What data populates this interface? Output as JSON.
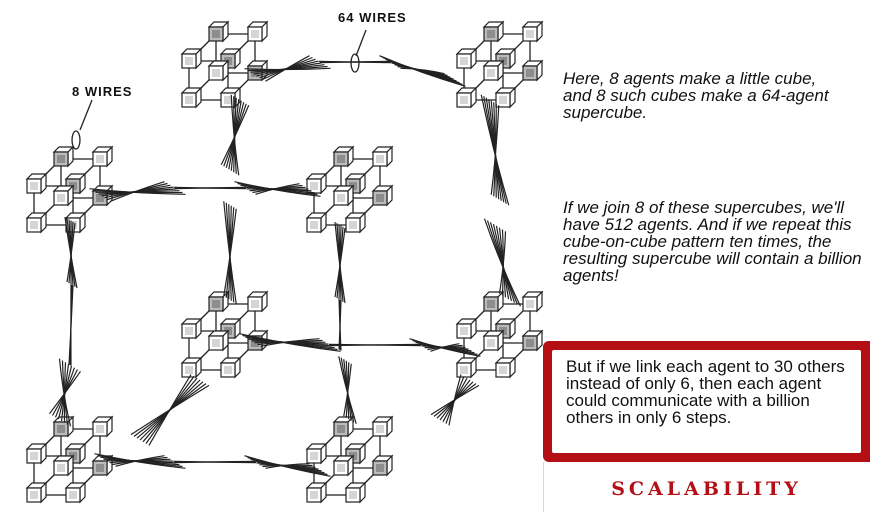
{
  "diagram": {
    "label_64": "64 WIRES",
    "label_8": "8 WIRES"
  },
  "text": {
    "para1": "Here, 8 agents make a little cube, and 8 such cubes make a 64-agent supercube.",
    "para2": "If we join 8 of these supercubes, we'll have 512 agents.  And if we repeat this cube-on-cube pattern ten times, the resulting supercube will contain a billion agents!",
    "callout": "But if  we link each agent to 30 others instead of only 6, then each agent could communicate with a billion others in only 6 steps."
  },
  "footer": {
    "title": "SCALABILITY"
  },
  "colors": {
    "accent": "#b30f15"
  }
}
